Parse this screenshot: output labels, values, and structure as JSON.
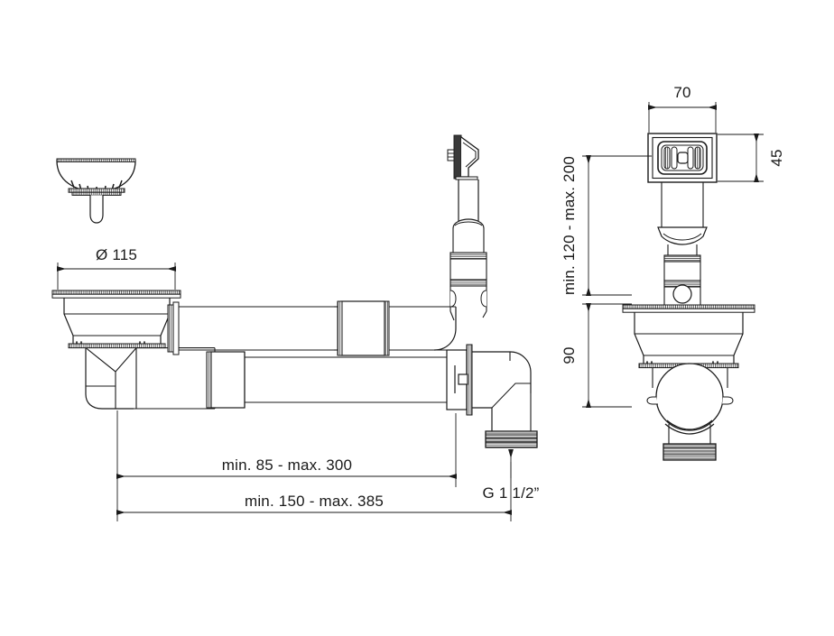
{
  "drawing": {
    "title": "Sink waste trap assembly technical drawing",
    "background_color": "#ffffff",
    "line_color": "#1a1a1a",
    "hatch_color": "#555555",
    "views": [
      {
        "name": "strainer-basket-view",
        "label": ""
      },
      {
        "name": "side-elevation-view",
        "label": ""
      },
      {
        "name": "front-elevation-view",
        "label": ""
      }
    ]
  },
  "dimensions": {
    "bowl_diameter": "Ø 115",
    "horizontal_upper": "min. 85 - max. 300",
    "horizontal_lower": "min. 150 - max. 385",
    "outlet_thread": "G 1 1/2”",
    "overflow_width": "70",
    "overflow_height": "45",
    "riser_height": "min. 120 - max. 200",
    "trap_depth": "90"
  }
}
